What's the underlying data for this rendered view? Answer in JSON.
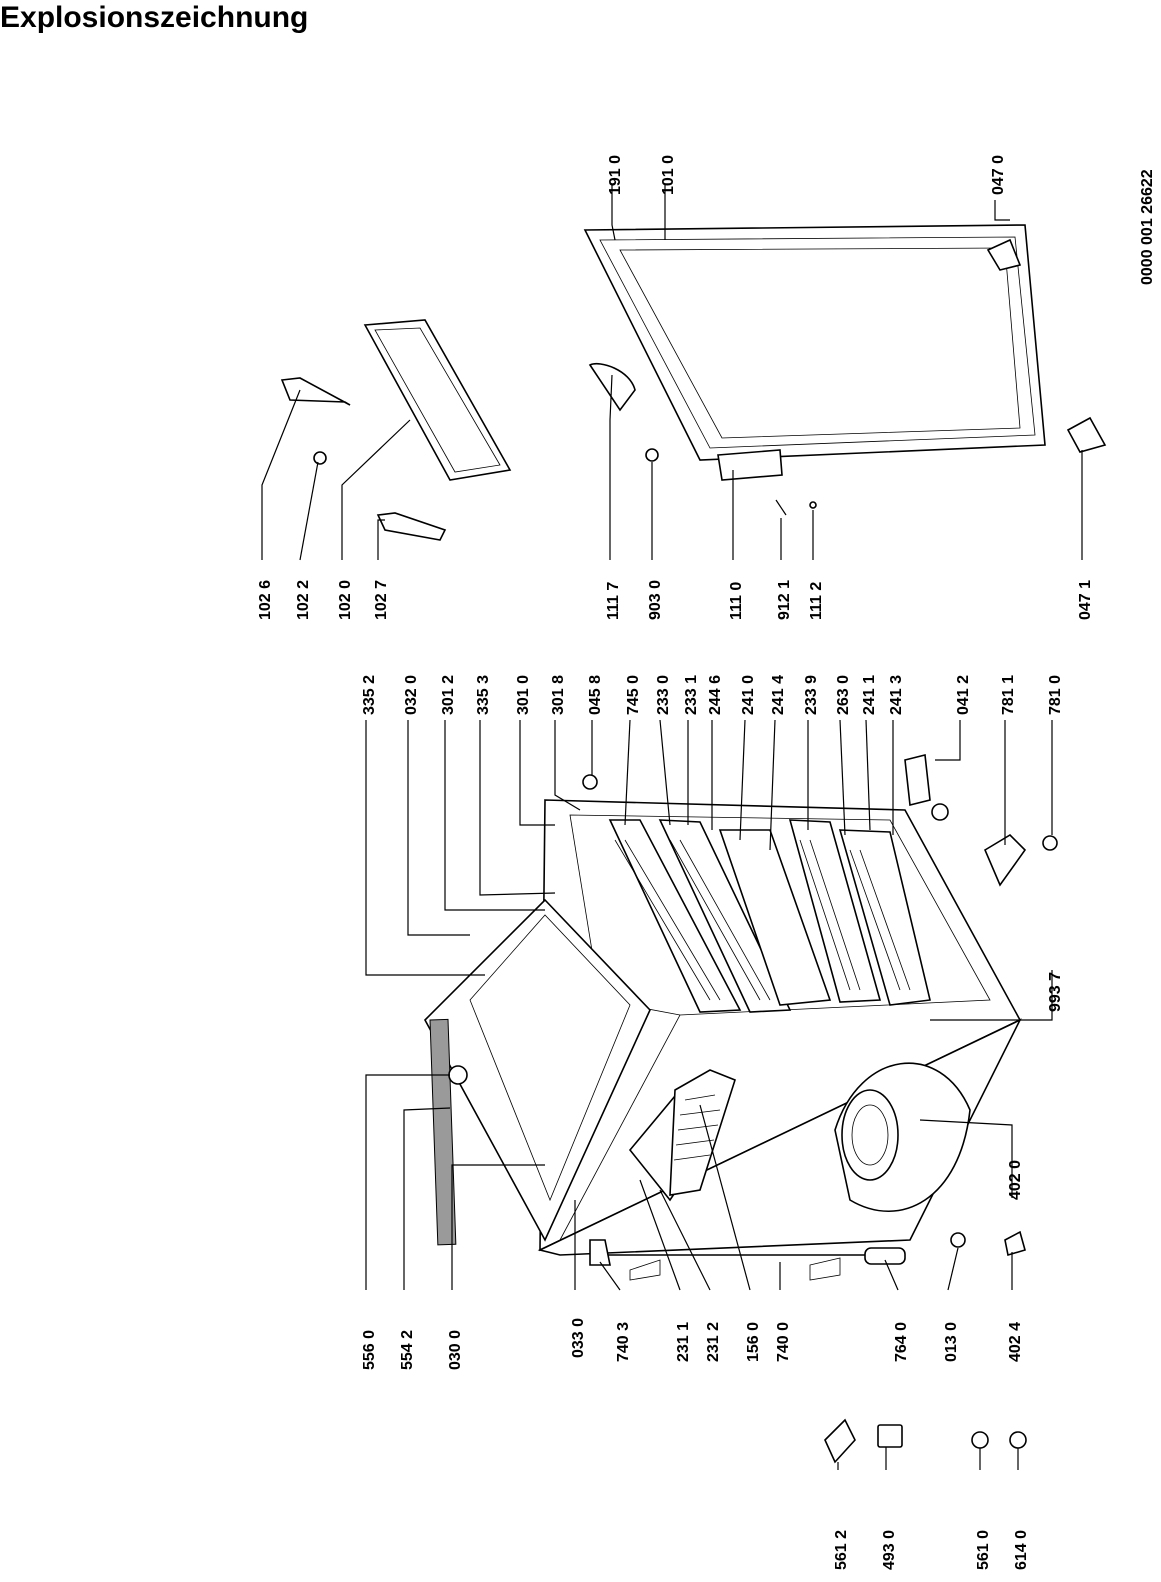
{
  "title": "Explosionszeichnung",
  "doc_number": "0000 001 26622",
  "colors": {
    "ink": "#000000",
    "paper": "#ffffff",
    "shade": "#9a9a9a"
  },
  "part_numbers": {
    "p5560": "556 0",
    "p5542": "554 2",
    "p0300": "030 0",
    "p0330": "033 0",
    "p7403": "740 3",
    "p2311": "231 1",
    "p2312": "231 2",
    "p1560": "156 0",
    "p7400": "740 0",
    "p7640": "764 0",
    "p0130": "013 0",
    "p4024": "402 4",
    "p5612": "561 2",
    "p4930": "493 0",
    "p5610": "561 0",
    "p6140": "614 0",
    "p3352": "335 2",
    "p0320": "032 0",
    "p3012": "301 2",
    "p3353": "335 3",
    "p3010": "301 0",
    "p3018": "301 8",
    "p0458": "045 8",
    "p7450": "745 0",
    "p2330": "233 0",
    "p2331": "233 1",
    "p2446": "244 6",
    "p2410": "241 0",
    "p2414": "241 4",
    "p2339": "233 9",
    "p2630": "263 0",
    "p2411": "241 1",
    "p2413": "241 3",
    "p0412": "041 2",
    "p7811": "781 1",
    "p7810": "781 0",
    "p9937": "993 7",
    "p4020": "402 0",
    "p1026": "102 6",
    "p1022": "102 2",
    "p1020": "102 0",
    "p1027": "102 7",
    "p1117": "111 7",
    "p9030": "903 0",
    "p1110": "111 0",
    "p9121": "912 1",
    "p1112": "111 2",
    "p0471": "047 1",
    "p0470": "047 0",
    "p1910": "191 0",
    "p1010": "101 0"
  }
}
